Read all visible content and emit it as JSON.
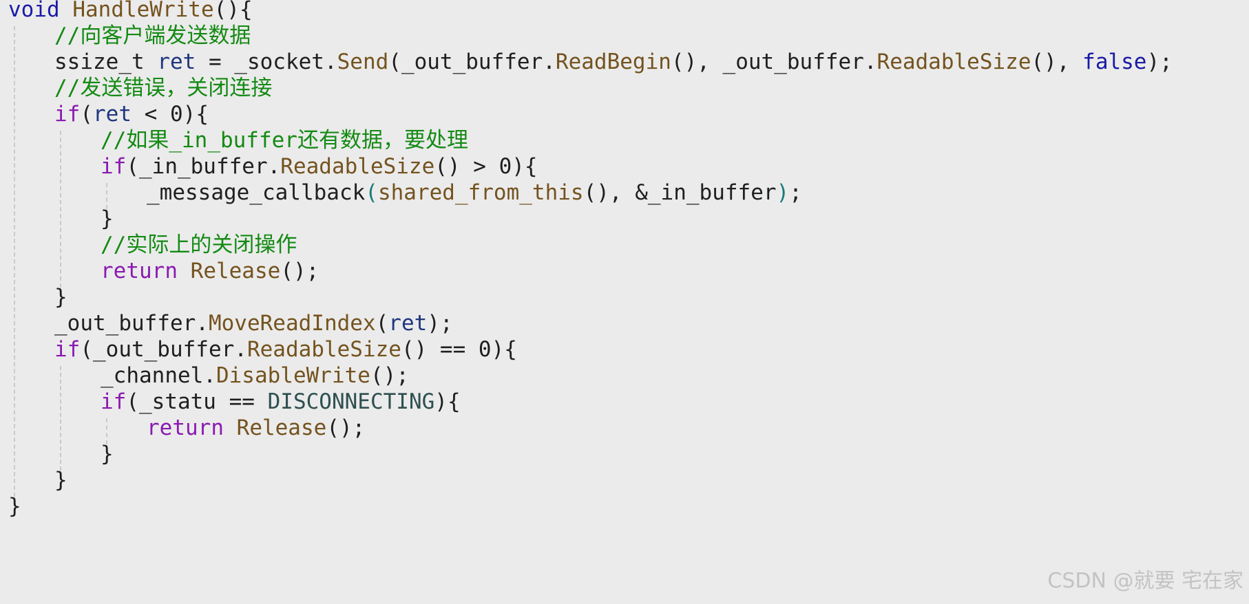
{
  "code": {
    "lines": [
      {
        "indent": 0,
        "tokens": [
          {
            "t": "void",
            "k": "keyword"
          },
          {
            "t": " ",
            "k": "plain"
          },
          {
            "t": "HandleWrite",
            "k": "func"
          },
          {
            "t": "(){",
            "k": "plain"
          }
        ]
      },
      {
        "indent": 1,
        "tokens": [
          {
            "t": "//向客户端发送数据",
            "k": "comment"
          }
        ]
      },
      {
        "indent": 1,
        "tokens": [
          {
            "t": "ssize_t ",
            "k": "plain"
          },
          {
            "t": "ret",
            "k": "var"
          },
          {
            "t": " = _socket.",
            "k": "plain"
          },
          {
            "t": "Send",
            "k": "func"
          },
          {
            "t": "(_out_buffer.",
            "k": "plain"
          },
          {
            "t": "ReadBegin",
            "k": "func"
          },
          {
            "t": "(), _out_buffer.",
            "k": "plain"
          },
          {
            "t": "ReadableSize",
            "k": "func"
          },
          {
            "t": "(), ",
            "k": "plain"
          },
          {
            "t": "false",
            "k": "keyword"
          },
          {
            "t": ");",
            "k": "plain"
          }
        ]
      },
      {
        "indent": 1,
        "tokens": [
          {
            "t": "//发送错误，关闭连接",
            "k": "comment"
          }
        ]
      },
      {
        "indent": 1,
        "tokens": [
          {
            "t": "if",
            "k": "control"
          },
          {
            "t": "(",
            "k": "plain"
          },
          {
            "t": "ret",
            "k": "var"
          },
          {
            "t": " < 0){",
            "k": "plain"
          }
        ]
      },
      {
        "indent": 2,
        "tokens": [
          {
            "t": "//如果_in_buffer还有数据，要处理",
            "k": "comment"
          }
        ]
      },
      {
        "indent": 2,
        "tokens": [
          {
            "t": "if",
            "k": "control"
          },
          {
            "t": "(_in_buffer.",
            "k": "plain"
          },
          {
            "t": "ReadableSize",
            "k": "func"
          },
          {
            "t": "() > 0){",
            "k": "plain"
          }
        ]
      },
      {
        "indent": 3,
        "tokens": [
          {
            "t": "_message_callback",
            "k": "plain"
          },
          {
            "t": "(",
            "k": "paren"
          },
          {
            "t": "shared_from_this",
            "k": "func"
          },
          {
            "t": "(), &_in_buffer",
            "k": "plain"
          },
          {
            "t": ")",
            "k": "paren"
          },
          {
            "t": ";",
            "k": "plain"
          }
        ]
      },
      {
        "indent": 2,
        "tokens": [
          {
            "t": "}",
            "k": "plain"
          }
        ]
      },
      {
        "indent": 2,
        "tokens": [
          {
            "t": "//实际上的关闭操作",
            "k": "comment"
          }
        ]
      },
      {
        "indent": 2,
        "tokens": [
          {
            "t": "return",
            "k": "control"
          },
          {
            "t": " ",
            "k": "plain"
          },
          {
            "t": "Release",
            "k": "func"
          },
          {
            "t": "();",
            "k": "plain"
          }
        ]
      },
      {
        "indent": 1,
        "tokens": [
          {
            "t": "}",
            "k": "plain"
          }
        ]
      },
      {
        "indent": 1,
        "tokens": [
          {
            "t": "_out_buffer.",
            "k": "plain"
          },
          {
            "t": "MoveReadIndex",
            "k": "func"
          },
          {
            "t": "(",
            "k": "plain"
          },
          {
            "t": "ret",
            "k": "var"
          },
          {
            "t": ");",
            "k": "plain"
          }
        ]
      },
      {
        "indent": 1,
        "tokens": [
          {
            "t": "if",
            "k": "control"
          },
          {
            "t": "(_out_buffer.",
            "k": "plain"
          },
          {
            "t": "ReadableSize",
            "k": "func"
          },
          {
            "t": "() == 0){",
            "k": "plain"
          }
        ]
      },
      {
        "indent": 2,
        "tokens": [
          {
            "t": "_channel.",
            "k": "plain"
          },
          {
            "t": "DisableWrite",
            "k": "func"
          },
          {
            "t": "();",
            "k": "plain"
          }
        ]
      },
      {
        "indent": 2,
        "tokens": [
          {
            "t": "if",
            "k": "control"
          },
          {
            "t": "(_statu == ",
            "k": "plain"
          },
          {
            "t": "DISCONNECTING",
            "k": "const"
          },
          {
            "t": "){",
            "k": "plain"
          }
        ]
      },
      {
        "indent": 3,
        "tokens": [
          {
            "t": "return",
            "k": "control"
          },
          {
            "t": " ",
            "k": "plain"
          },
          {
            "t": "Release",
            "k": "func"
          },
          {
            "t": "();",
            "k": "plain"
          }
        ]
      },
      {
        "indent": 2,
        "tokens": [
          {
            "t": "}",
            "k": "plain"
          }
        ]
      },
      {
        "indent": 1,
        "tokens": [
          {
            "t": "}",
            "k": "plain"
          }
        ]
      },
      {
        "indent": 0,
        "tokens": [
          {
            "t": "}",
            "k": "plain"
          }
        ]
      }
    ]
  },
  "colors": {
    "background": "#ebebeb",
    "keyword": "#1a1aa6",
    "control": "#8a1bb0",
    "function": "#74531f",
    "variable": "#1f377f",
    "comment": "#138a13",
    "text": "#1f1f1f",
    "constant": "#2f4f4f",
    "paren": "#1b7a7a",
    "watermark": "#c3c3c3"
  },
  "watermark": {
    "text": "CSDN @就要 宅在家"
  }
}
